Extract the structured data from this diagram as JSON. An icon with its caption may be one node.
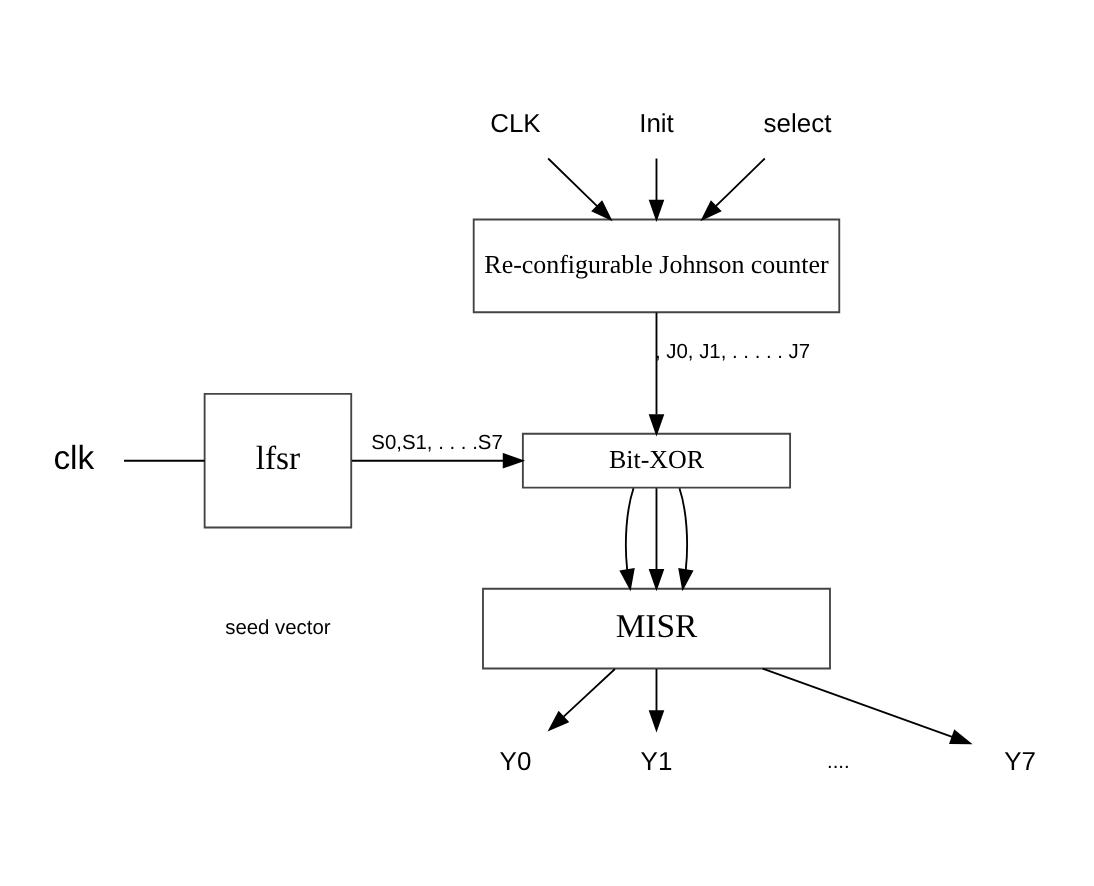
{
  "diagram": {
    "nodes": [
      {
        "text": [
          "clk"
        ]
      },
      {
        "text": [
          "lfsr"
        ]
      },
      {
        "text": [
          "CLK"
        ]
      },
      {
        "text": [
          "Init"
        ]
      },
      {
        "text": [
          "select"
        ]
      },
      {
        "text": [
          "Re-configurable Johnson counter"
        ]
      },
      {
        "text": [
          "Bit-XOR"
        ]
      },
      {
        "text": [
          "MISR"
        ]
      },
      {
        "text": [
          "Y0"
        ]
      },
      {
        "text": [
          "Y1"
        ]
      },
      {
        "text": [
          "Y7"
        ]
      }
    ],
    "edges": [
      {
        "from": 0,
        "to": 1,
        "arrow": "none"
      },
      {
        "from": 2,
        "to": 5,
        "arrow": "to"
      },
      {
        "from": 3,
        "to": 5,
        "arrow": "to"
      },
      {
        "from": 4,
        "to": 5,
        "arrow": "to"
      },
      {
        "from": 5,
        "to": 6,
        "arrow": "to",
        "label": ", J0, J1, . . . . . J7"
      },
      {
        "from": 1,
        "to": 6,
        "arrow": "to",
        "label": "S0,S1, . . . .S7"
      },
      {
        "from": 6,
        "to": 7,
        "arrow": "to"
      },
      {
        "from": 6,
        "to": 7,
        "arrow": "to"
      },
      {
        "from": 6,
        "to": 7,
        "arrow": "to"
      },
      {
        "from": 7,
        "to": 8,
        "arrow": "to"
      },
      {
        "from": 7,
        "to": 9,
        "arrow": "to"
      },
      {
        "from": 7,
        "to": 10,
        "arrow": "to"
      }
    ],
    "labels": [
      "seed vector",
      "...."
    ]
  }
}
